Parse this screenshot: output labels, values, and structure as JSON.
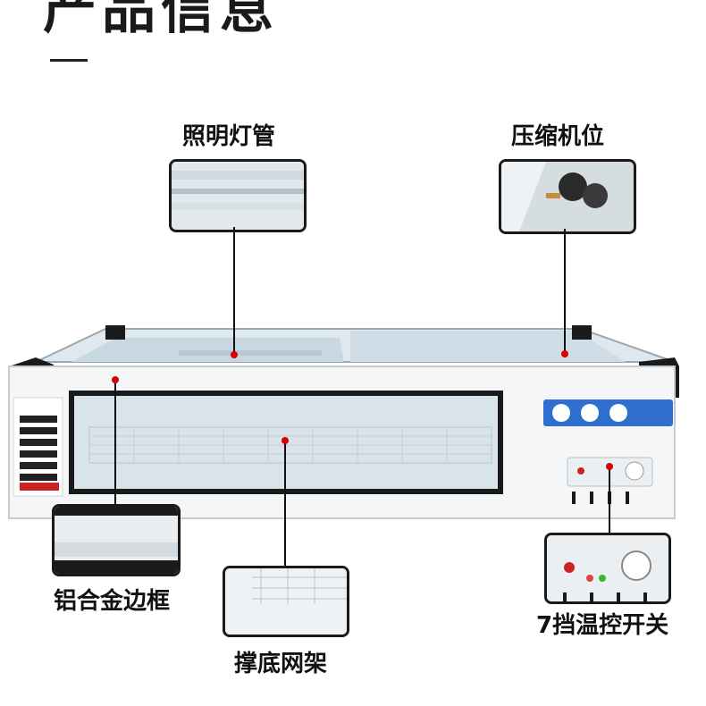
{
  "page": {
    "heading": "产品信息"
  },
  "callouts": {
    "lighting": {
      "label": "照明灯管"
    },
    "compressor": {
      "label": "压缩机位"
    },
    "frame": {
      "label": "铝合金边框"
    },
    "rack": {
      "label": "撑底网架"
    },
    "switch": {
      "label": "7挡温控开关"
    }
  },
  "colors": {
    "accent_dot": "#d90000",
    "frame_black": "#1a1a1a",
    "panel_blue": "#2e6fd0"
  }
}
